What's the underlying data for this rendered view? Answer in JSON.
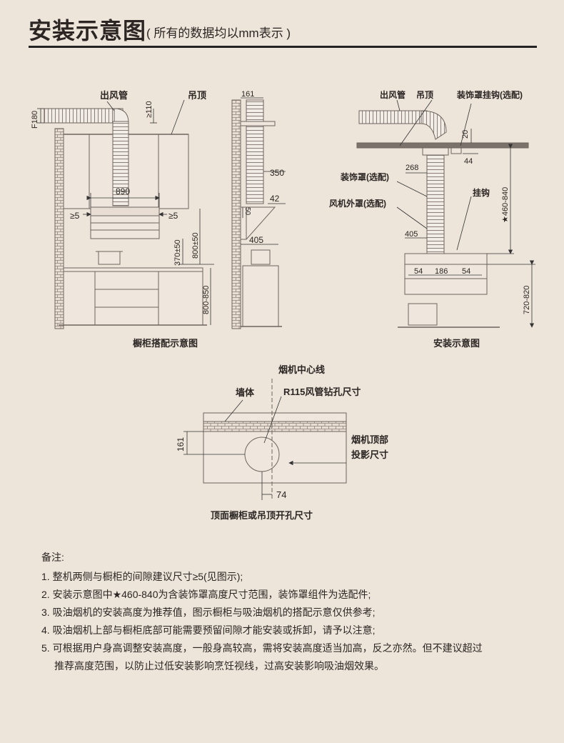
{
  "header": {
    "title": "安装示意图",
    "subtitle": "( 所有的数据均以mm表示 )"
  },
  "cabinet_diagram": {
    "caption": "橱柜搭配示意图",
    "labels": {
      "outlet_pipe": "出风管",
      "ceiling": "吊顶",
      "f180": "F180",
      "ge110": "≥110",
      "w890": "890",
      "gap_left": "≥5",
      "gap_right": "≥5",
      "h370": "370±50",
      "h800": "800±50",
      "h800_850": "800-850"
    }
  },
  "side_diagram": {
    "labels": {
      "d161": "161",
      "d350": "350",
      "d42": "42",
      "d50": "50",
      "d405": "405"
    }
  },
  "install_diagram": {
    "caption": "安装示意图",
    "labels": {
      "outlet_pipe": "出风管",
      "ceiling": "吊顶",
      "hook_cover": "装饰罩挂钩(选配)",
      "d20": "20",
      "d44": "44",
      "d268": "268",
      "cover": "装饰罩(选配)",
      "outer_cover": "风机外罩(选配)",
      "hook": "挂钩",
      "h460_840": "★460-840",
      "d405": "405",
      "d54a": "54",
      "d186": "186",
      "d54b": "54",
      "h720_820": "720-820"
    }
  },
  "top_diagram": {
    "caption": "顶面橱柜或吊顶开孔尺寸",
    "labels": {
      "centerline": "烟机中心线",
      "wall": "墙体",
      "drill": "R115风管钻孔尺寸",
      "projection_1": "烟机顶部",
      "projection_2": "投影尺寸",
      "d161": "161",
      "d74": "74"
    }
  },
  "notes": {
    "heading": "备注:",
    "items": [
      "1. 整机两侧与橱柜的间隙建议尺寸≥5(见图示);",
      "2. 安装示意图中★460-840为含装饰罩高度尺寸范围，装饰罩组件为选配件;",
      "3. 吸油烟机的安装高度为推荐值，图示橱柜与吸油烟机的搭配示意仅供参考;",
      "4. 吸油烟机上部与橱柜底部可能需要预留间隙才能安装或拆卸，请予以注意;",
      "5. 可根据用户身高调整安装高度，一般身高较高，需将安装高度适当加高，反之亦然。但不建议超过"
    ],
    "item5_continued": "推荐高度范围，以防止过低安装影响烹饪视线，过高安装影响吸油烟效果。"
  }
}
